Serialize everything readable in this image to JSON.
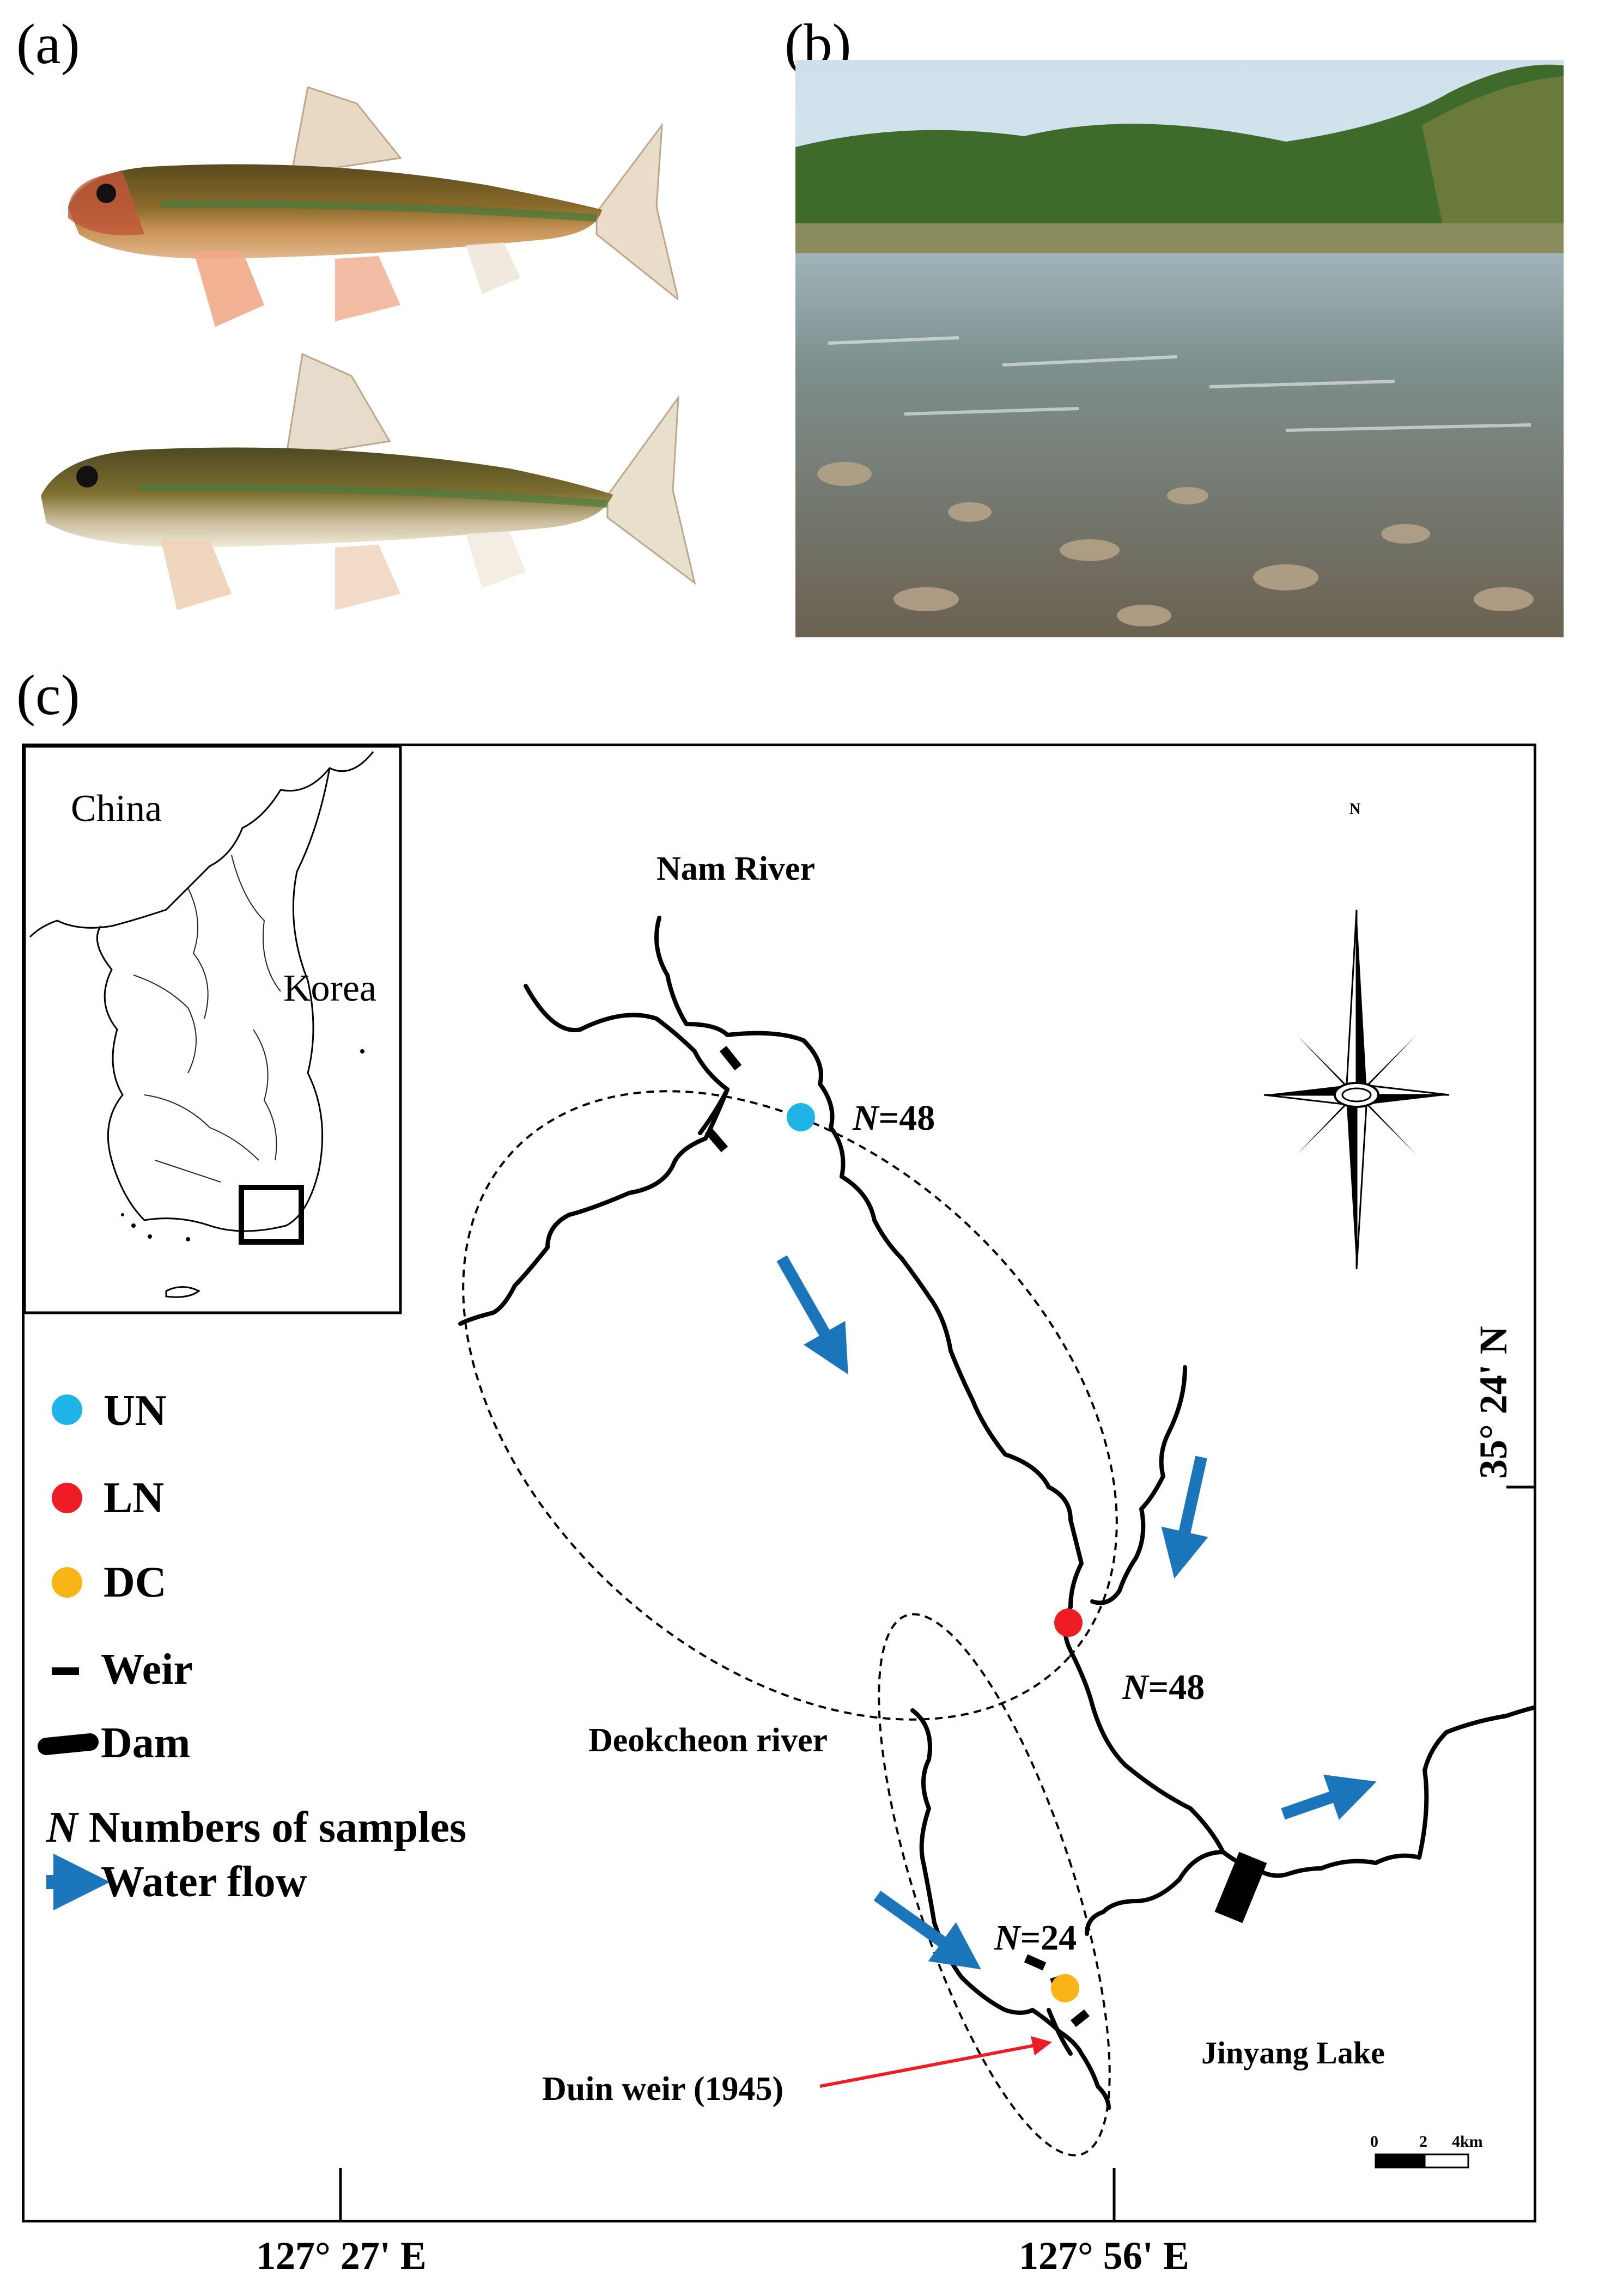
{
  "panels": {
    "a": "(a)",
    "b": "(b)",
    "c": "(c)"
  },
  "inset": {
    "china": "China",
    "korea": "Korea"
  },
  "map": {
    "nam_river": "Nam River",
    "deokcheon_river": "Deokcheon river",
    "jinyang_lake": "Jinyang Lake",
    "duin_weir": "Duin weir (1945)",
    "samples": {
      "un": {
        "prefix": "N",
        "value": "=48"
      },
      "ln": {
        "prefix": "N",
        "value": "=48"
      },
      "dc": {
        "prefix": "N",
        "value": "=24"
      }
    },
    "compass_n": "N",
    "scale": {
      "t0": "0",
      "t1": "2",
      "t2": "4km"
    }
  },
  "legend": {
    "un": "UN",
    "ln": "LN",
    "dc": "DC",
    "weir": "Weir",
    "dam": "Dam",
    "n_symbol": "N",
    "n_label": "Numbers of  samples",
    "flow": "Water flow"
  },
  "axes": {
    "x1": "127° 27' E",
    "x2": "127° 56' E",
    "y1": "35° 24' N"
  },
  "colors": {
    "un": "#1fb4e8",
    "ln": "#ee1c24",
    "dc": "#f9b517",
    "flow_arrow": "#1a75bb",
    "duin_arrow": "#ee1c24"
  }
}
